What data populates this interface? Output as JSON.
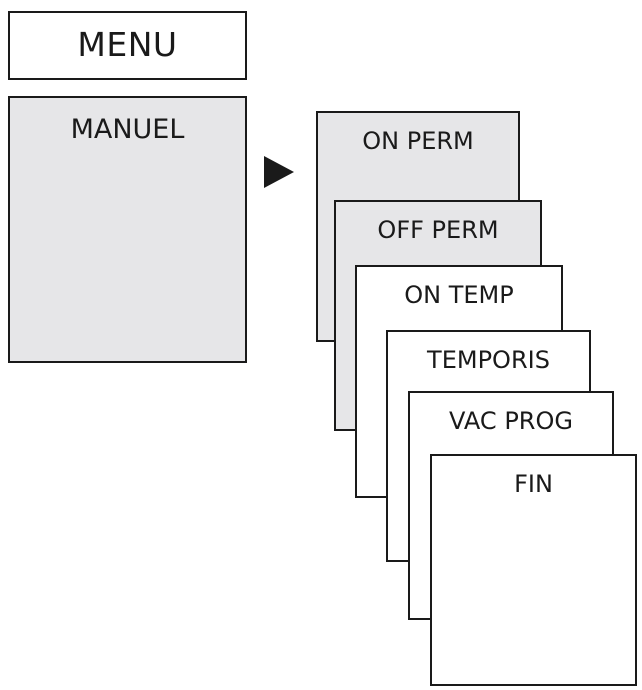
{
  "menu": {
    "title": "MENU",
    "selected": "MANUEL"
  },
  "submenu": {
    "items": [
      {
        "label": "ON PERM"
      },
      {
        "label": "OFF PERM"
      },
      {
        "label": "ON TEMP"
      },
      {
        "label": "TEMPORIS"
      },
      {
        "label": "VAC PROG"
      },
      {
        "label": "FIN"
      }
    ]
  },
  "colors": {
    "stroke": "#1a1a1a",
    "highlight_fill": "#e6e6e8",
    "plain_fill": "#ffffff"
  },
  "icons": {
    "pointer": "arrow-right-icon"
  }
}
